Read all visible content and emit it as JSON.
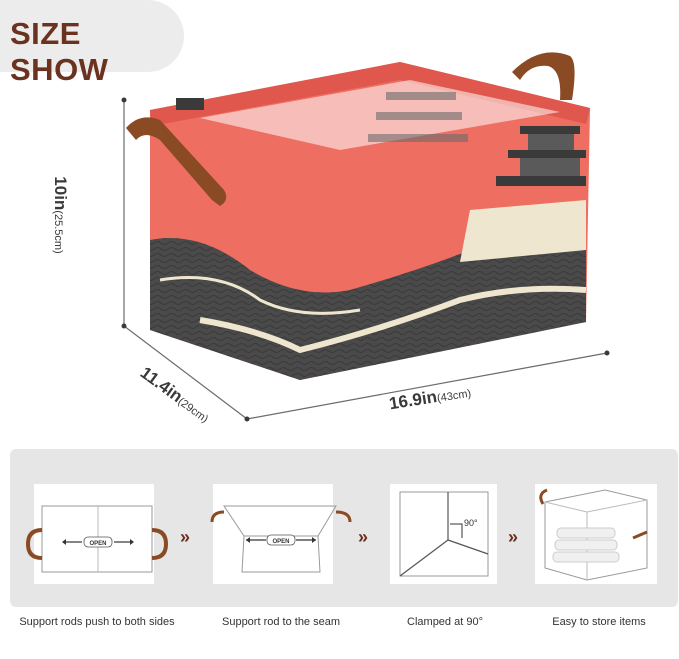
{
  "badge": {
    "title": "SIZE SHOW"
  },
  "dimensions": {
    "height": {
      "main": "10in",
      "sub": "(25.5cm)"
    },
    "depth": {
      "main": "11.4in",
      "sub": "(29cm)"
    },
    "width": {
      "main": "16.9in",
      "sub": "(43cm)"
    }
  },
  "steps": [
    {
      "caption": "Support rods push to both sides",
      "label": "OPEN"
    },
    {
      "caption": "Support rod to the seam",
      "label": "OPEN"
    },
    {
      "caption": "Clamped at 90°",
      "label": "90°"
    },
    {
      "caption": "Easy to store items"
    }
  ],
  "colors": {
    "accent": "#6b3220",
    "coral": "#ee6e62",
    "handle": "#8a4a24",
    "wave": "#4a4a4a",
    "cream": "#efe6cf"
  }
}
